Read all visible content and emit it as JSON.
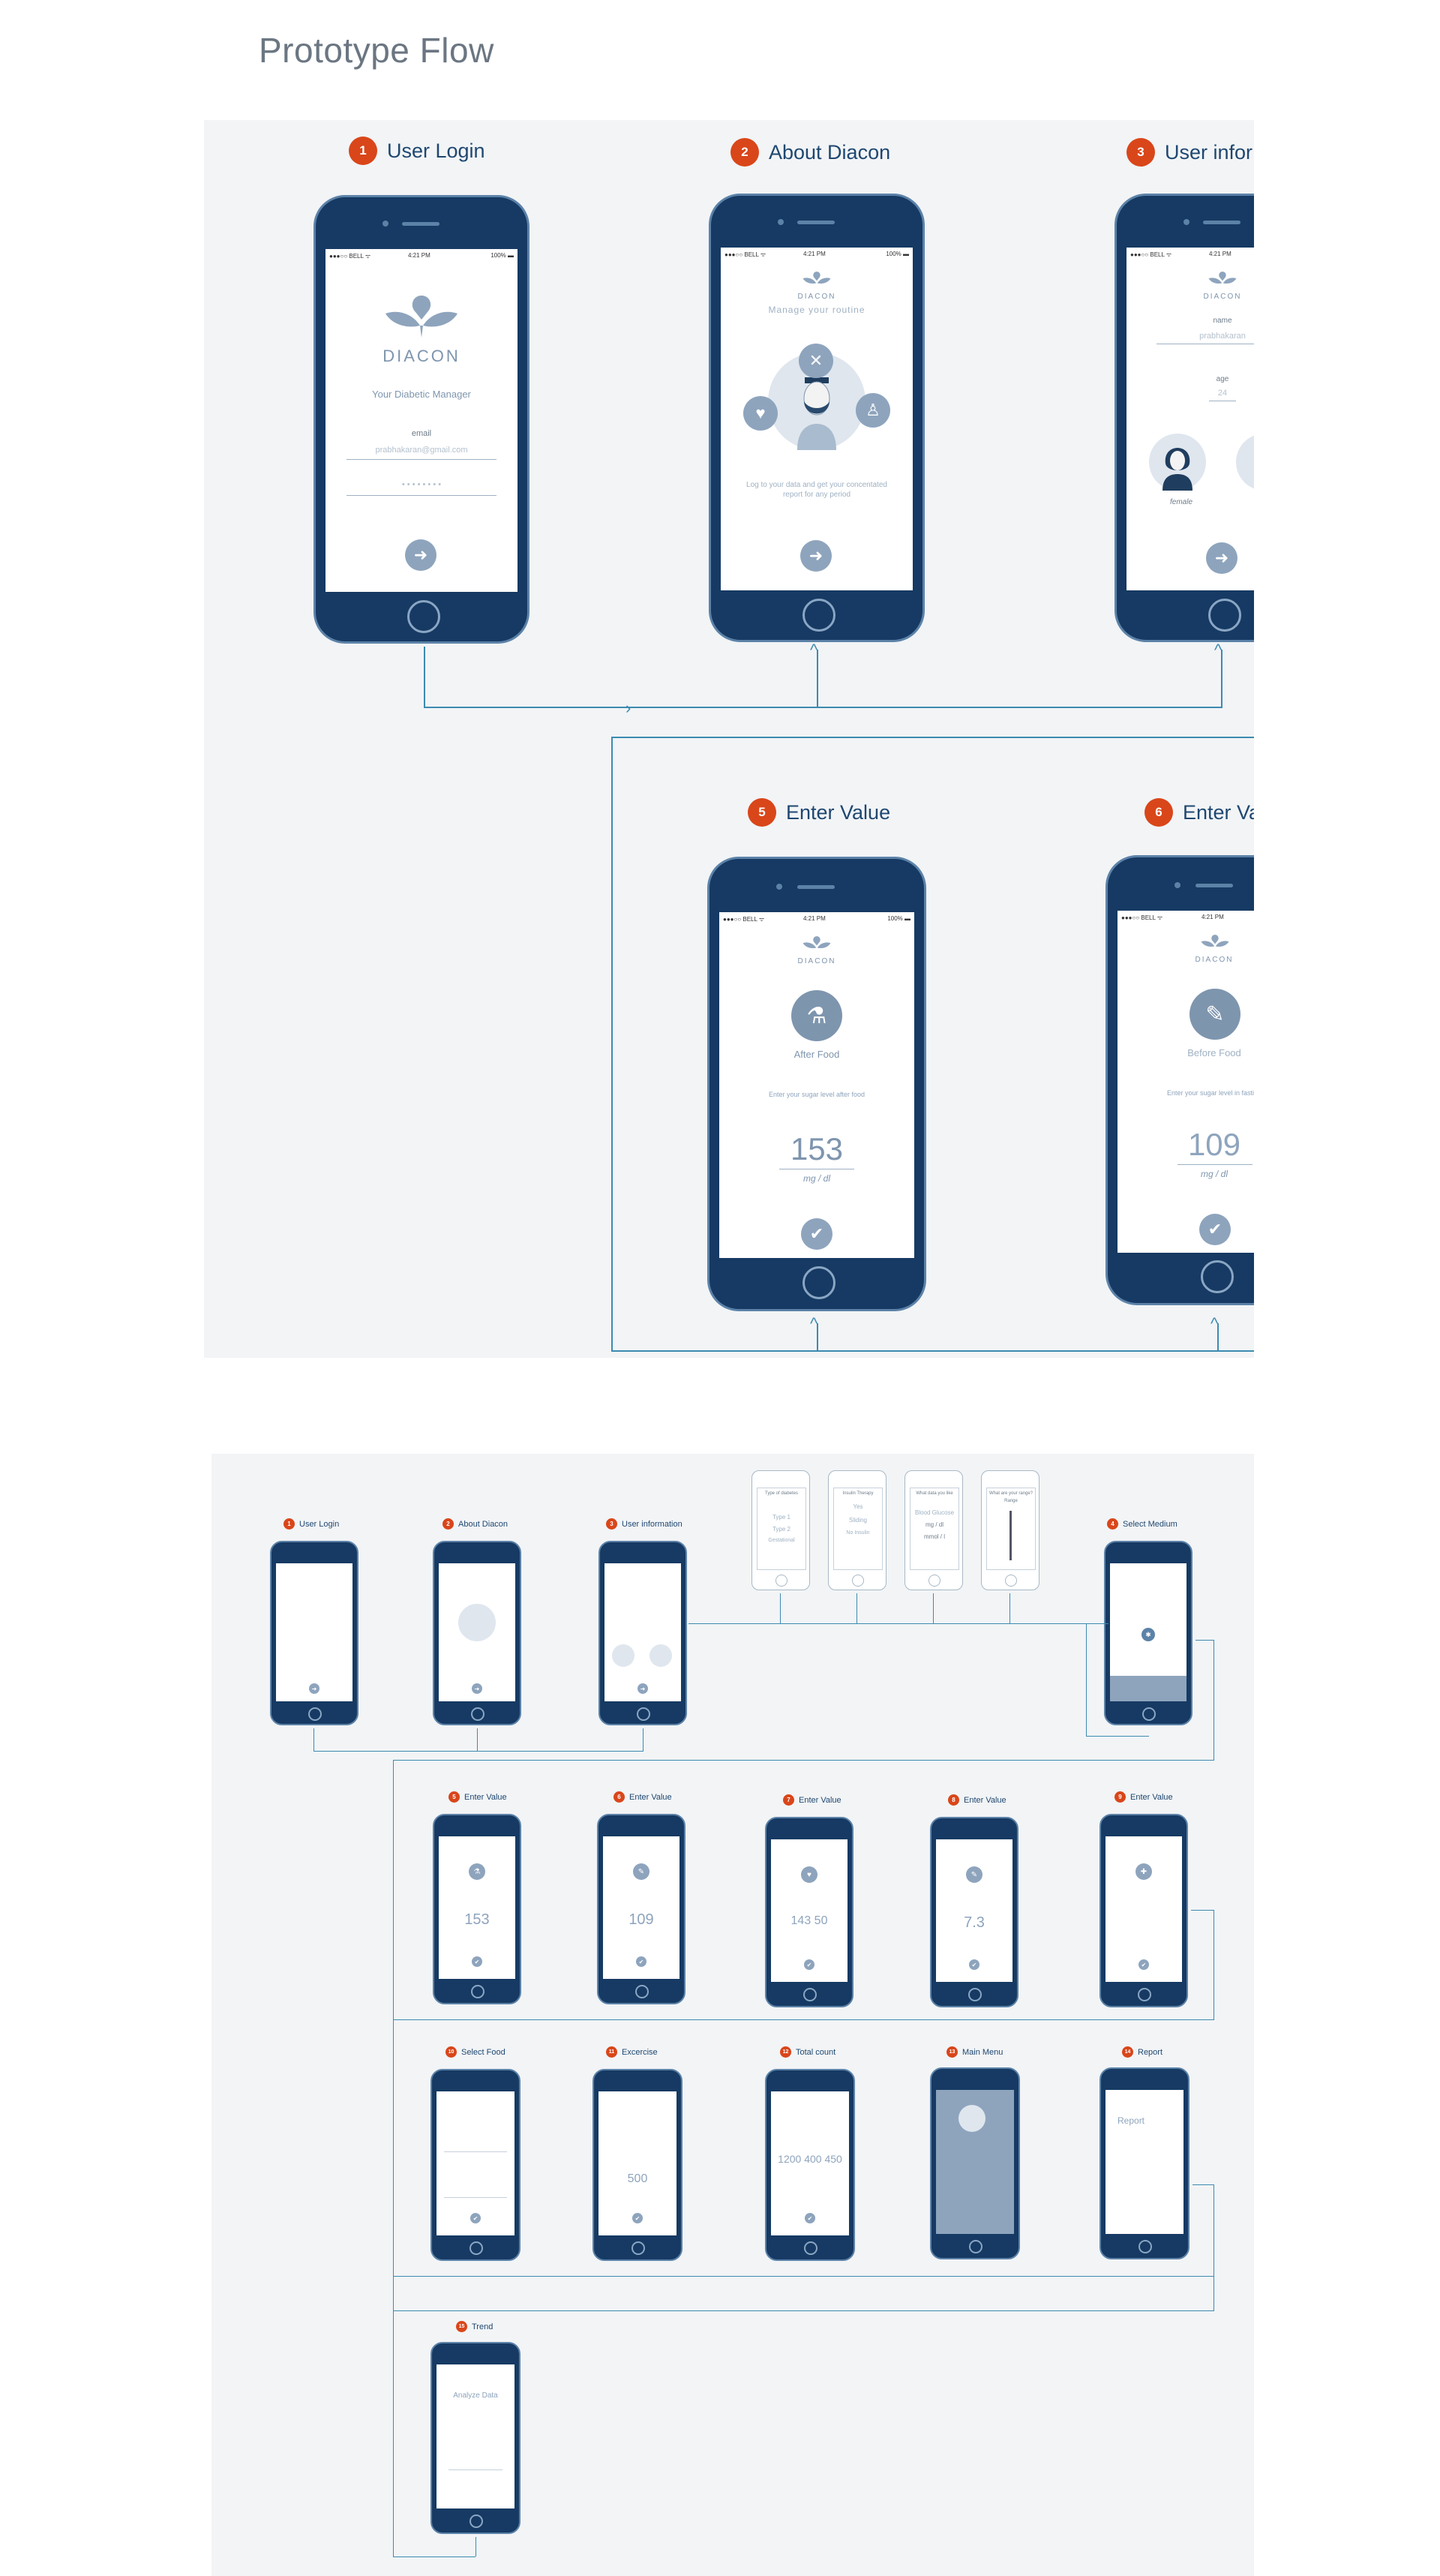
{
  "page": {
    "title": "Prototype Flow"
  },
  "status_bar": {
    "carrier": "●●●○○ BELL ᯤ",
    "time": "4:21 PM",
    "battery": "100% ▬"
  },
  "top_flow": [
    {
      "num": "1",
      "label": "User Login"
    },
    {
      "num": "2",
      "label": "About Diacon"
    },
    {
      "num": "3",
      "label": "User infor"
    },
    {
      "num": "5",
      "label": "Enter Value"
    },
    {
      "num": "6",
      "label": "Enter Va"
    }
  ],
  "screen1": {
    "brand": "DIACON",
    "tagline": "Your Diabetic Manager",
    "email_label": "email",
    "email_value": "prabhakaran@gmail.com",
    "password_mask": "• • • • • • • •"
  },
  "screen2": {
    "brand": "DIACON",
    "subtitle": "Manage your routine",
    "desc": "Log to your data and get your concentated report for any period"
  },
  "screen3": {
    "brand": "DIACON",
    "name_label": "name",
    "name_value": "prabhakaran",
    "age_label": "age",
    "age_value": "24",
    "female_label": "female"
  },
  "screen5": {
    "brand": "DIACON",
    "mode": "After Food",
    "prompt": "Enter your sugar level after food",
    "value": "153",
    "unit": "mg / dl"
  },
  "screen6": {
    "brand": "DIACON",
    "mode": "Before Food",
    "prompt": "Enter your sugar level in fasting",
    "value": "109",
    "unit": "mg / dl"
  },
  "overview": {
    "row1": [
      {
        "num": "1",
        "label": "User Login"
      },
      {
        "num": "2",
        "label": "About Diacon"
      },
      {
        "num": "3",
        "label": "User information"
      },
      {
        "num": "4",
        "label": "Select Medium"
      }
    ],
    "row2": [
      {
        "num": "5",
        "label": "Enter Value",
        "value": "153"
      },
      {
        "num": "6",
        "label": "Enter Value",
        "value": "109"
      },
      {
        "num": "7",
        "label": "Enter Value",
        "value": "143 50"
      },
      {
        "num": "8",
        "label": "Enter Value",
        "value": "7.3"
      },
      {
        "num": "9",
        "label": "Enter Value",
        "value": ""
      }
    ],
    "row3": [
      {
        "num": "10",
        "label": "Select Food",
        "value": ""
      },
      {
        "num": "11",
        "label": "Excercise",
        "value": "500"
      },
      {
        "num": "12",
        "label": "Total count",
        "value": "1200 400 450"
      },
      {
        "num": "13",
        "label": "Main Menu",
        "value": ""
      },
      {
        "num": "14",
        "label": "Report",
        "value": "Report"
      }
    ],
    "row4": [
      {
        "num": "15",
        "label": "Trend",
        "value": "Analyze Data"
      }
    ],
    "wireframes": [
      {
        "lines": [
          "Type of diabetes",
          "Type 1",
          "Type 2",
          "Gestational"
        ]
      },
      {
        "lines": [
          "Insulin Therapy",
          "Yes",
          "Sliding",
          "No Insulin"
        ]
      },
      {
        "lines": [
          "What data you like",
          "Blood Glucose",
          "mg / dl",
          "mmol / l"
        ]
      },
      {
        "lines": [
          "What are your range?",
          "Range"
        ]
      }
    ]
  },
  "colors": {
    "navy": "#163a63",
    "accent": "#d9461a",
    "flowline": "#3c8bb0",
    "panel": "#f2f4f6"
  }
}
